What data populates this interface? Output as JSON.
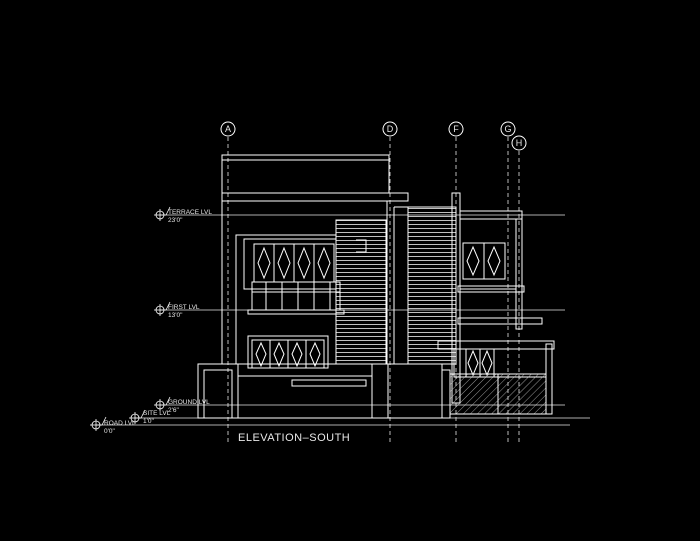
{
  "drawing": {
    "title": "ELEVATION–SOUTH",
    "grid_labels": [
      "A",
      "D",
      "F",
      "G",
      "H"
    ],
    "levels": [
      {
        "name": "TERRACE LVL",
        "value": "23'0\""
      },
      {
        "name": "FIRST LVL",
        "value": "13'0\""
      },
      {
        "name": "GROUND LVL",
        "value": "2'6\""
      },
      {
        "name": "SITE LVL",
        "value": "1'0\""
      },
      {
        "name": "ROAD LVL",
        "value": "0'0\""
      }
    ],
    "colors": {
      "background": "#000000",
      "line": "#ffffff",
      "hatch": "#dddddd"
    }
  }
}
